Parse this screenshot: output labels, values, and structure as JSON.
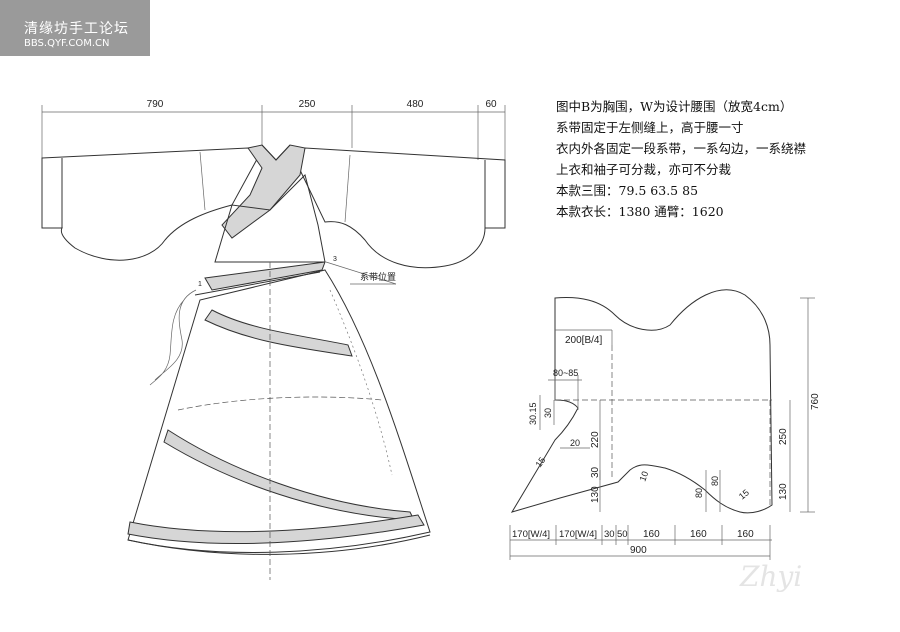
{
  "watermark": {
    "title": "清缘坊手工论坛",
    "url": "BBS.QYF.COM.CN"
  },
  "notes": [
    "图中B为胸围，W为设计腰围（放宽4cm）",
    "系带固定于左侧缝上，高于腰一寸",
    "衣内外各固定一段系带，一系勾边，一系绕襟",
    "上衣和袖子可分裁，亦可不分裁",
    "本款三围：79.5 63.5 85",
    "本款衣长：1380   通臂：1620"
  ],
  "garment_dims": {
    "d1": "790",
    "d2": "250",
    "d3": "480",
    "d4": "60"
  },
  "callouts": {
    "tie_label": "系带位置",
    "marker_1": "1",
    "marker_3": "3"
  },
  "pattern_dims": {
    "chest": "200[B/4]",
    "neck_w": "80~85",
    "side_a": "30.15",
    "side_b": "30",
    "neck_dx": "20",
    "h220": "220",
    "h30": "30",
    "h130_left": "130",
    "h760": "760",
    "h250": "250",
    "h130_right": "130",
    "ang15": "15",
    "ang10": "10",
    "d80a": "80",
    "d80b": "80",
    "ang15b": "15",
    "w170_a": "170[W/4]",
    "w170_b": "170[W/4]",
    "w30": "30",
    "w50": "50",
    "w160_a": "160",
    "w160_b": "160",
    "w160_c": "160",
    "w900": "900"
  },
  "signature": "Zhyi"
}
